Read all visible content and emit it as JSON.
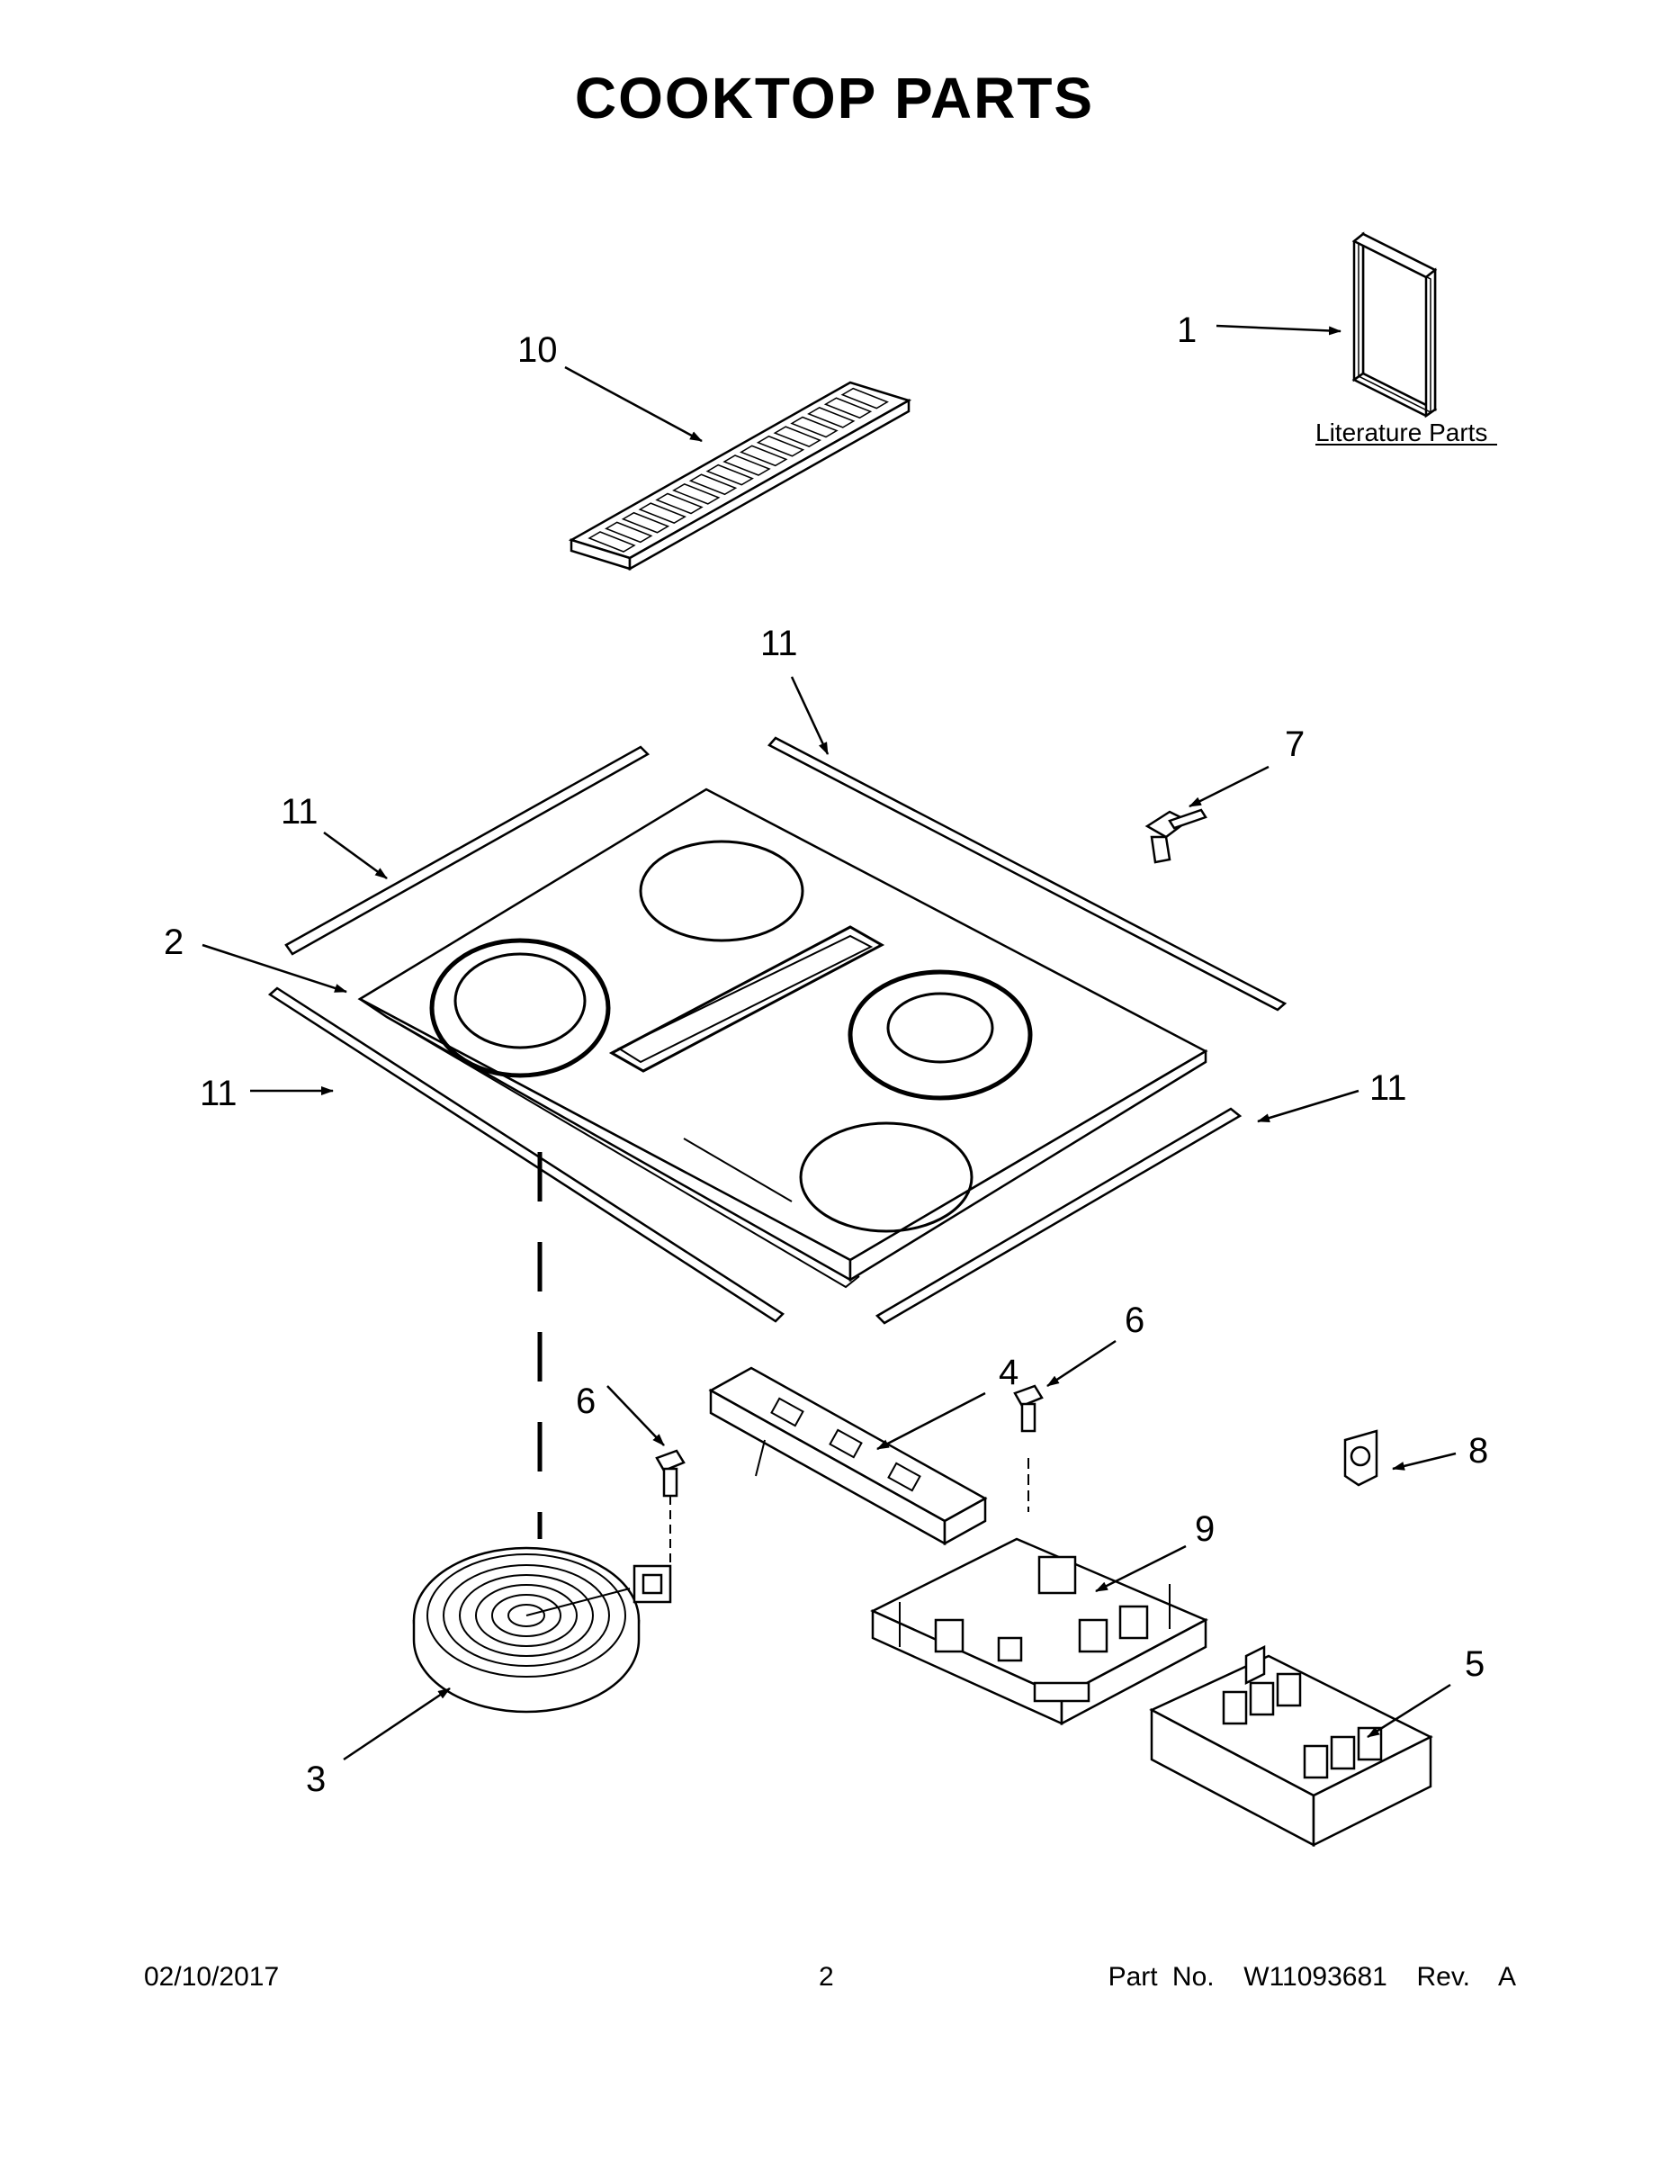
{
  "header": {
    "title": "COOKTOP PARTS"
  },
  "literature_label": "Literature Parts",
  "callouts": {
    "c1": "1",
    "c2": "2",
    "c3": "3",
    "c4": "4",
    "c5": "5",
    "c6a": "6",
    "c6b": "6",
    "c7": "7",
    "c8": "8",
    "c9": "9",
    "c10": "10",
    "c11a": "11",
    "c11b": "11",
    "c11c": "11",
    "c11d": "11"
  },
  "footer": {
    "date": "02/10/2017",
    "page": "2",
    "part_number": "Part No.  W11093681  Rev.  A"
  }
}
